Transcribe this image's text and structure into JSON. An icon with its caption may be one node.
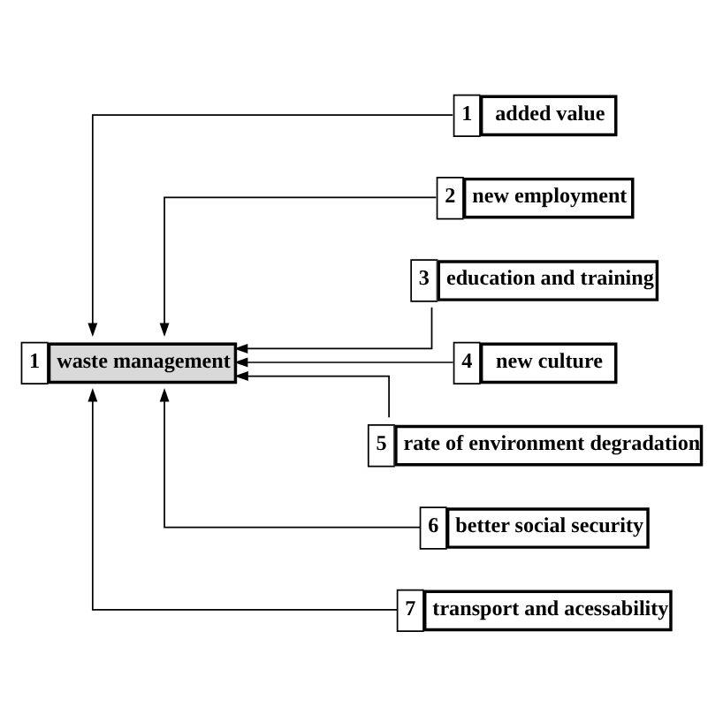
{
  "diagram": {
    "nodes": [
      {
        "text": [
          "1",
          "waste management"
        ]
      },
      {
        "text": [
          "1",
          "added value"
        ]
      },
      {
        "text": [
          "2",
          "new employment"
        ]
      },
      {
        "text": [
          "3",
          "education and training"
        ]
      },
      {
        "text": [
          "4",
          "new culture"
        ]
      },
      {
        "text": [
          "5",
          "rate of environment degradation"
        ]
      },
      {
        "text": [
          "6",
          "better social security"
        ]
      },
      {
        "text": [
          "7",
          "transport and acessability"
        ]
      }
    ],
    "edges": [
      {
        "from": 1,
        "to": 0,
        "arrow": "to"
      },
      {
        "from": 2,
        "to": 0,
        "arrow": "to"
      },
      {
        "from": 3,
        "to": 0,
        "arrow": "to"
      },
      {
        "from": 4,
        "to": 0,
        "arrow": "to"
      },
      {
        "from": 5,
        "to": 0,
        "arrow": "to"
      },
      {
        "from": 6,
        "to": 0,
        "arrow": "to"
      },
      {
        "from": 7,
        "to": 0,
        "arrow": "to"
      }
    ]
  }
}
